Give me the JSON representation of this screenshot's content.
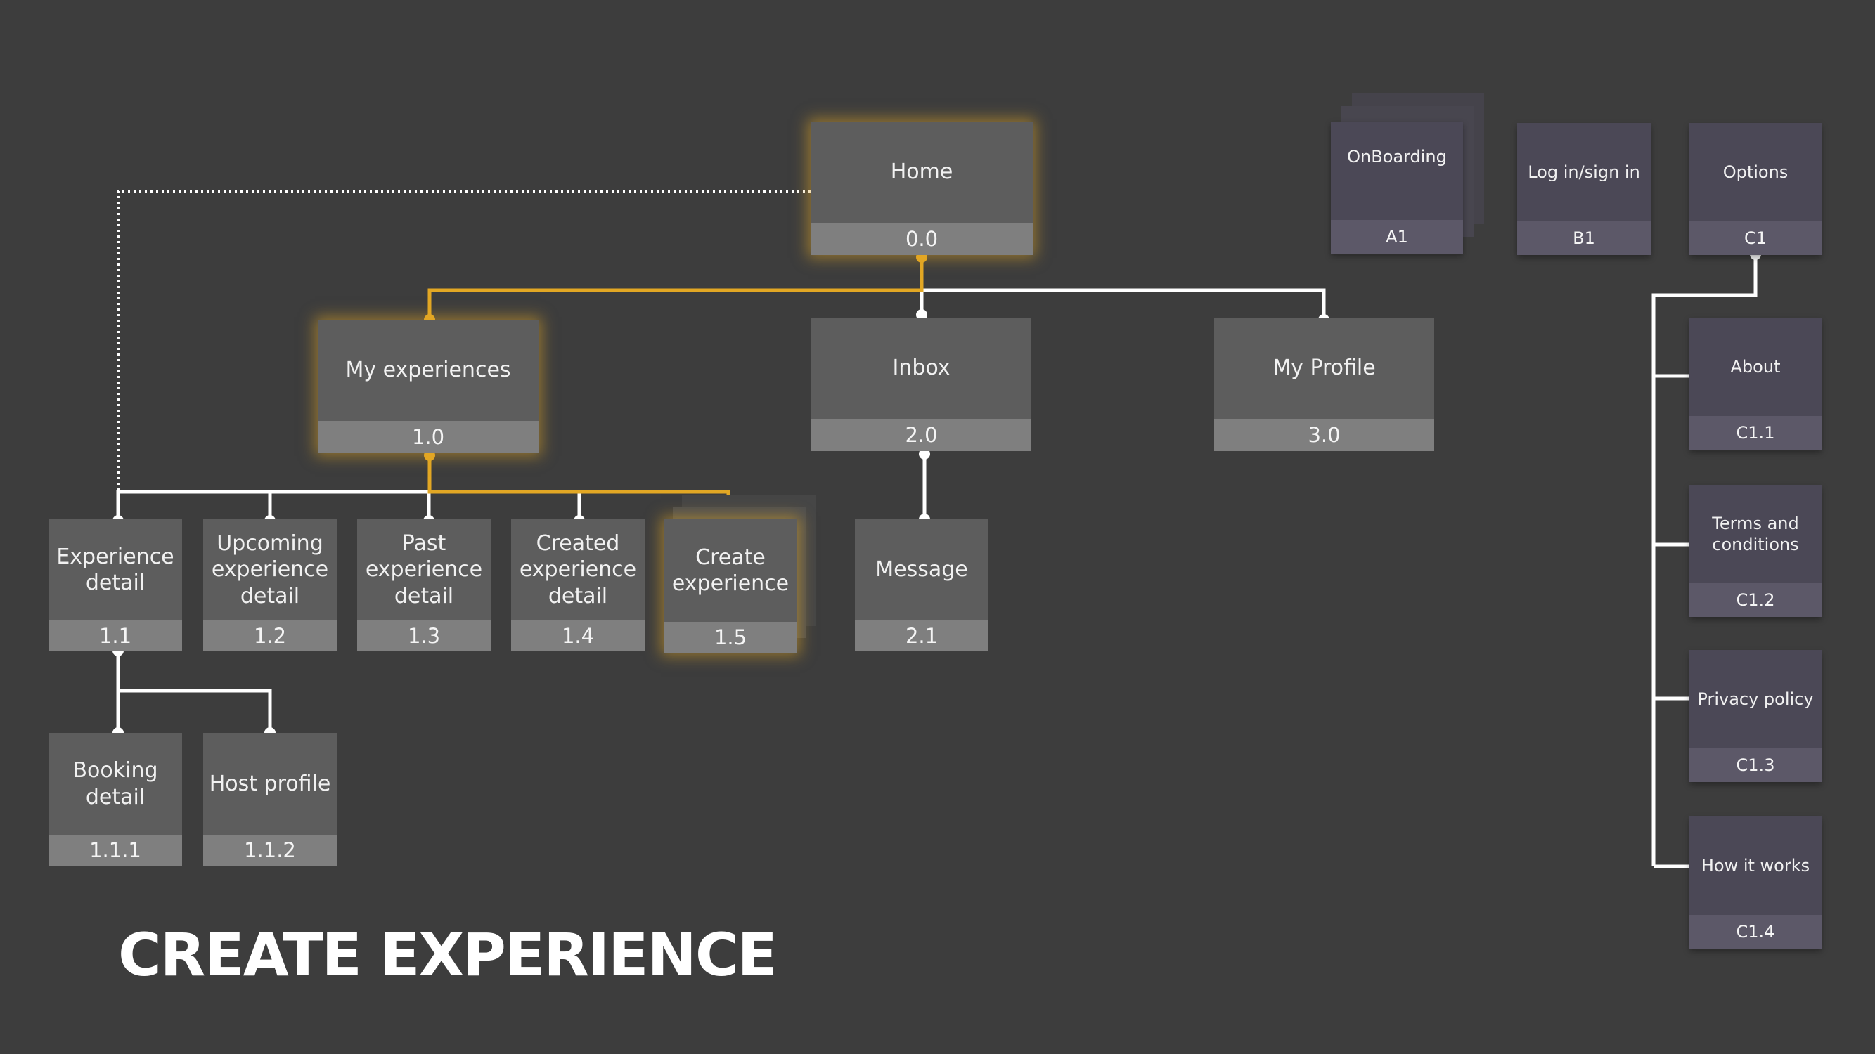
{
  "title": "CREATE EXPERIENCE",
  "colors": {
    "background": "#3d3d3d",
    "node_fill": "#5d5d5d",
    "code_bar": "#7f7f7f",
    "secondary_node_fill": "#4b4856",
    "highlight_path": "#e2a724",
    "connector": "#ffffff"
  },
  "nodes": {
    "home": {
      "label": "Home",
      "code": "0.0"
    },
    "my_experiences": {
      "label": "My experiences",
      "code": "1.0"
    },
    "inbox": {
      "label": "Inbox",
      "code": "2.0"
    },
    "my_profile": {
      "label": "My Profile",
      "code": "3.0"
    },
    "experience_detail": {
      "label": "Experience detail",
      "code": "1.1"
    },
    "upcoming_detail": {
      "label": "Upcoming experience detail",
      "code": "1.2"
    },
    "past_detail": {
      "label": "Past experience detail",
      "code": "1.3"
    },
    "created_detail": {
      "label": "Created experience detail",
      "code": "1.4"
    },
    "create_experience": {
      "label": "Create experience",
      "code": "1.5"
    },
    "message": {
      "label": "Message",
      "code": "2.1"
    },
    "booking_detail": {
      "label": "Booking detail",
      "code": "1.1.1"
    },
    "host_profile": {
      "label": "Host profile",
      "code": "1.1.2"
    },
    "onboarding": {
      "label": "OnBoarding",
      "code": "A1"
    },
    "login": {
      "label": "Log in/sign in",
      "code": "B1"
    },
    "options": {
      "label": "Options",
      "code": "C1"
    },
    "about": {
      "label": "About",
      "code": "C1.1"
    },
    "terms": {
      "label": "Terms and conditions",
      "code": "C1.2"
    },
    "privacy": {
      "label": "Privacy policy",
      "code": "C1.3"
    },
    "how_it_works": {
      "label": "How it works",
      "code": "C1.4"
    }
  },
  "onboarding_pager": {
    "total_pages": 3,
    "current_page": 1
  }
}
